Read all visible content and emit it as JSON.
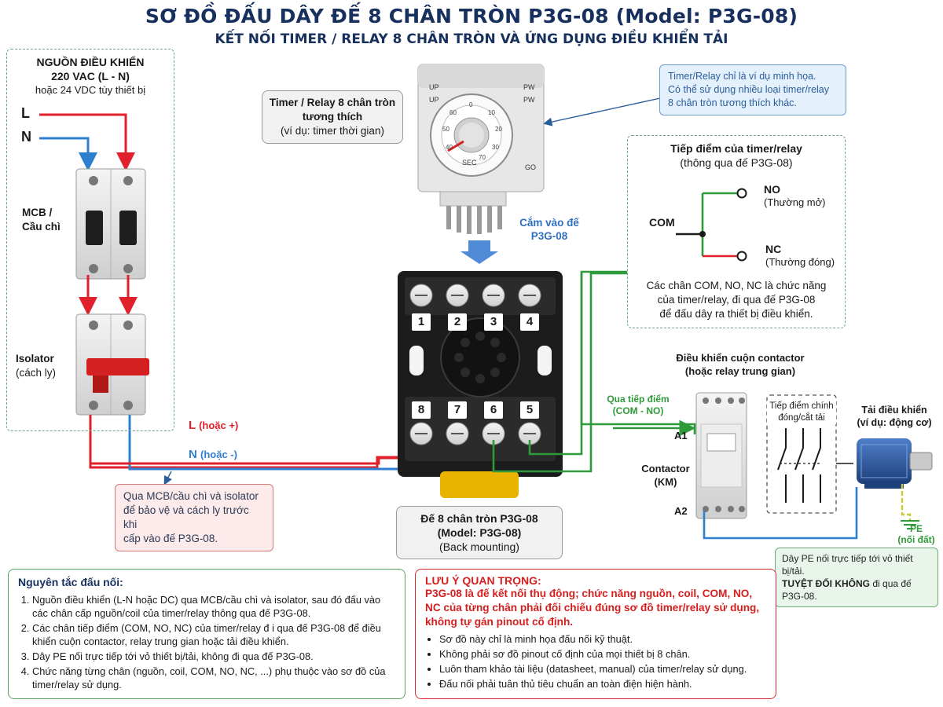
{
  "title": "SƠ ĐỒ ĐẤU DÂY ĐẾ 8 CHÂN TRÒN P3G-08 (Model: P3G-08)",
  "subtitle": "KẾT NỐI TIMER / RELAY 8 CHÂN TRÒN VÀ ỨNG DỤNG ĐIỀU KHIỂN TẢI",
  "source": {
    "line1": "NGUỒN ĐIỀU KHIỂN",
    "line2": "220 VAC (L - N)",
    "line3": "hoặc 24 VDC tùy thiết bị",
    "L": "L",
    "N": "N",
    "mcb_line1": "MCB /",
    "mcb_line2": "Cầu chì",
    "isolator_line1": "Isolator",
    "isolator_line2": "(cách ly)"
  },
  "wires": {
    "L_label": "L",
    "L_suffix": "(hoặc +)",
    "N_label": "N",
    "N_suffix": "(hoặc -)"
  },
  "timer": {
    "label_line1": "Timer / Relay 8 chân tròn",
    "label_line2": "tương thích",
    "label_line3": "(ví dụ: timer thời gian)",
    "dial_top_left": "UP",
    "dial_top_left2": "UP",
    "dial_top_right": "PW",
    "dial_top_right2": "PW",
    "dial_unit": "SEC",
    "dial_bottom_right": "GO",
    "dial_numbers": [
      "0",
      "10",
      "20",
      "30",
      "40",
      "50",
      "60",
      "70"
    ],
    "plug_label_line1": "Cắm vào đế",
    "plug_label_line2": "P3G-08"
  },
  "timer_note": {
    "line1": "Timer/Relay chỉ là ví dụ minh họa.",
    "line2": "Có thể sử dụng nhiều loại timer/relay",
    "line3": "8 chân tròn tương thích khác."
  },
  "socket": {
    "pins_top": [
      "1",
      "2",
      "3",
      "4"
    ],
    "pins_bottom": [
      "8",
      "7",
      "6",
      "5"
    ],
    "label_line1": "Đế 8 chân tròn P3G-08",
    "label_line2": "(Model: P3G-08)",
    "label_line3": "(Back mounting)"
  },
  "contacts": {
    "title_line1": "Tiếp điểm của timer/relay",
    "title_line2": "(thông qua đế P3G-08)",
    "com": "COM",
    "no": "NO",
    "no_desc": "(Thường mở)",
    "nc": "NC",
    "nc_desc": "(Thường đóng)",
    "desc_line1": "Các chân COM, NO, NC là chức năng",
    "desc_line2": "của timer/relay, đi qua đế P3G-08",
    "desc_line3": "để đấu dây ra thiết bị điều khiển."
  },
  "contactor": {
    "title_line1": "Điều khiển cuộn contactor",
    "title_line2": "(hoặc relay trung gian)",
    "via_line1": "Qua tiếp điểm",
    "via_line2": "(COM - NO)",
    "a1": "A1",
    "a2": "A2",
    "name_line1": "Contactor",
    "name_line2": "(KM)",
    "main_contact_line1": "Tiếp điểm chính",
    "main_contact_line2": "đóng/cắt tải",
    "load_line1": "Tải điều khiển",
    "load_line2": "(ví dụ: động cơ)",
    "pe_line1": "PE",
    "pe_line2": "(nối đất)"
  },
  "protect_note": {
    "line1": "Qua MCB/cầu chì và isolator",
    "line2": "để bảo vệ và cách ly trước khi",
    "line3": "cấp vào đế P3G-08."
  },
  "pe_note": {
    "line1": "Dây PE nối trực tiếp tới vỏ thiết bị/tải.",
    "line2_bold": "TUYỆT ĐỐI KHÔNG",
    "line2_rest": " đi qua đế P3G-08."
  },
  "principles": {
    "title": "Nguyên tắc đấu nối:",
    "items": [
      "Nguồn điều khiển (L-N hoặc DC) qua MCB/cầu chì và isolator, sau đó đấu vào các chân cấp nguồn/coil của timer/relay thông qua đế P3G-08.",
      "Các chân tiếp điểm (COM, NO, NC) của timer/relay đ i qua đế P3G-08 để điều khiển cuộn contactor, relay trung gian hoặc tải điều khiển.",
      "Dây PE nối trực tiếp tới vỏ thiết bị/tải, không đi qua đế P3G-08.",
      "Chức năng từng chân (nguồn, coil, COM, NO, NC, ...) phụ thuộc vào sơ đồ của timer/relay sử dụng."
    ]
  },
  "warning": {
    "title": "LƯU Ý QUAN TRỌNG:",
    "bold_text": "P3G-08 là đế kết nối thụ động; chức năng nguồn, coil, COM, NO, NC của từng chân phải đối chiếu đúng sơ đồ timer/relay sử dụng, không tự gán pinout cố định.",
    "items": [
      "Sơ đồ này chỉ là minh họa đấu nối kỹ thuật.",
      "Không phải sơ đồ pinout cố định của mọi thiết bị 8 chân.",
      "Luôn tham khảo tài liệu (datasheet, manual) của timer/relay sử dụng.",
      "Đấu nối phải tuân thủ tiêu chuẩn an toàn điện hiện hành."
    ]
  },
  "colors": {
    "L_wire": "#e0202a",
    "N_wire": "#2f7fd0",
    "contact_wire": "#2f9a3a",
    "title": "#17305e",
    "warning_red": "#d51f1f",
    "pe_wire": "#c9c930"
  }
}
